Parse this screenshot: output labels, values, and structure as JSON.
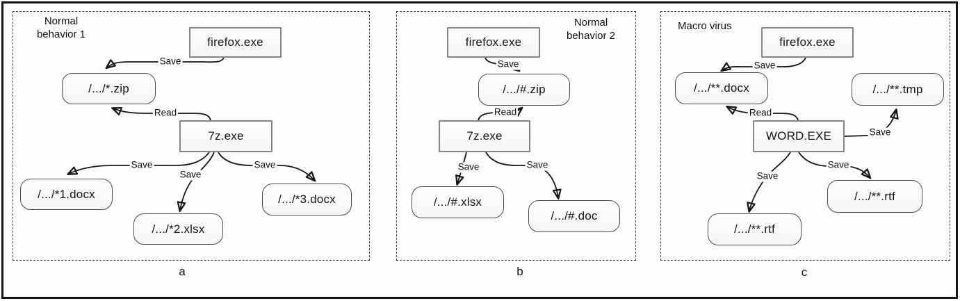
{
  "panels": [
    {
      "caption": "a",
      "title": "Normal behavior 1",
      "nodes": {
        "firefox": "firefox.exe",
        "zip": "/.../*.zip",
        "sevenzip": "7z.exe",
        "file1": "/.../*1.docx",
        "file2": "/.../*2.xlsx",
        "file3": "/.../*3.docx"
      },
      "edges": {
        "save_firefox_zip": "Save",
        "read_sevenzip_zip": "Read",
        "save_file1": "Save",
        "save_file2": "Save",
        "save_file3": "Save"
      }
    },
    {
      "caption": "b",
      "title": "Normal behavior 2",
      "nodes": {
        "firefox": "firefox.exe",
        "zip": "/.../#.zip",
        "sevenzip": "7z.exe",
        "xlsx": "/.../#.xlsx",
        "doc": "/.../#.doc"
      },
      "edges": {
        "save_firefox_zip": "Save",
        "read_sevenzip_zip": "Read",
        "save_xlsx": "Save",
        "save_doc": "Save"
      }
    },
    {
      "caption": "c",
      "title": "Macro virus",
      "nodes": {
        "firefox": "firefox.exe",
        "docx": "/.../**.docx",
        "tmp": "/.../**.tmp",
        "word": "WORD.EXE",
        "rtf_right": "/.../**.rtf",
        "rtf_left": "/.../**.rtf"
      },
      "edges": {
        "save_firefox_docx": "Save",
        "read_word_docx": "Read",
        "save_word_tmp": "Save",
        "save_word_rtf_left": "Save",
        "save_word_rtf_right": "Save"
      }
    }
  ],
  "colors": {
    "process_border": "#858585",
    "file_border": "#4a4a4a",
    "edge": "#161616",
    "panel_border": "#3d3d3d"
  }
}
